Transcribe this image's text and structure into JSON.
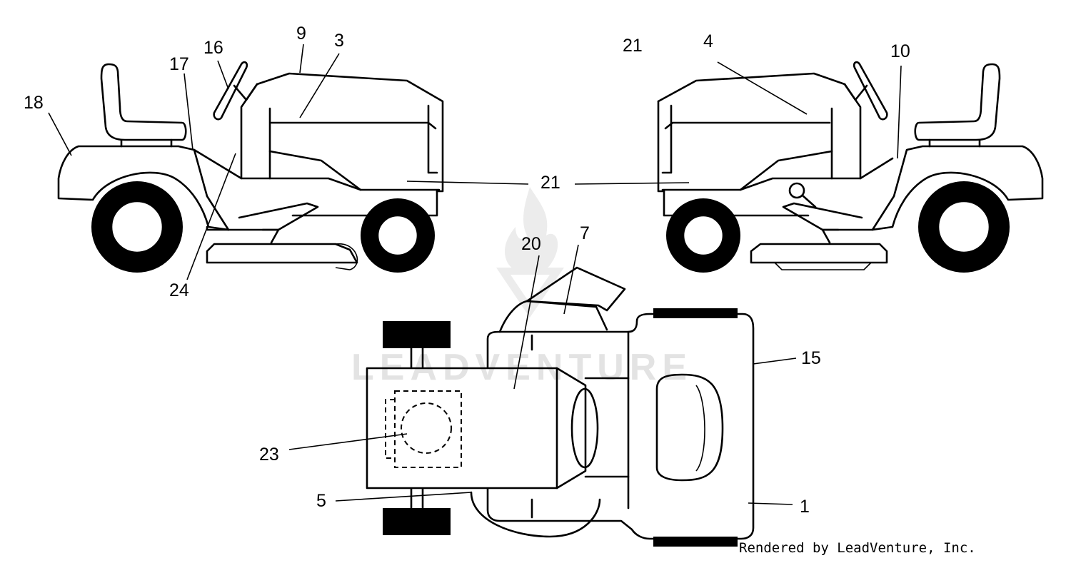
{
  "watermark": "LEADVENTURE",
  "credit": "Rendered by LeadVenture, Inc.",
  "callouts": {
    "c18": "18",
    "c17": "17",
    "c16": "16",
    "c9": "9",
    "c3": "3",
    "c24": "24",
    "c21_top": "21",
    "c4": "4",
    "c10": "10",
    "c21_mid": "21",
    "c20": "20",
    "c7": "7",
    "c15": "15",
    "c23": "23",
    "c5": "5",
    "c1": "1"
  }
}
